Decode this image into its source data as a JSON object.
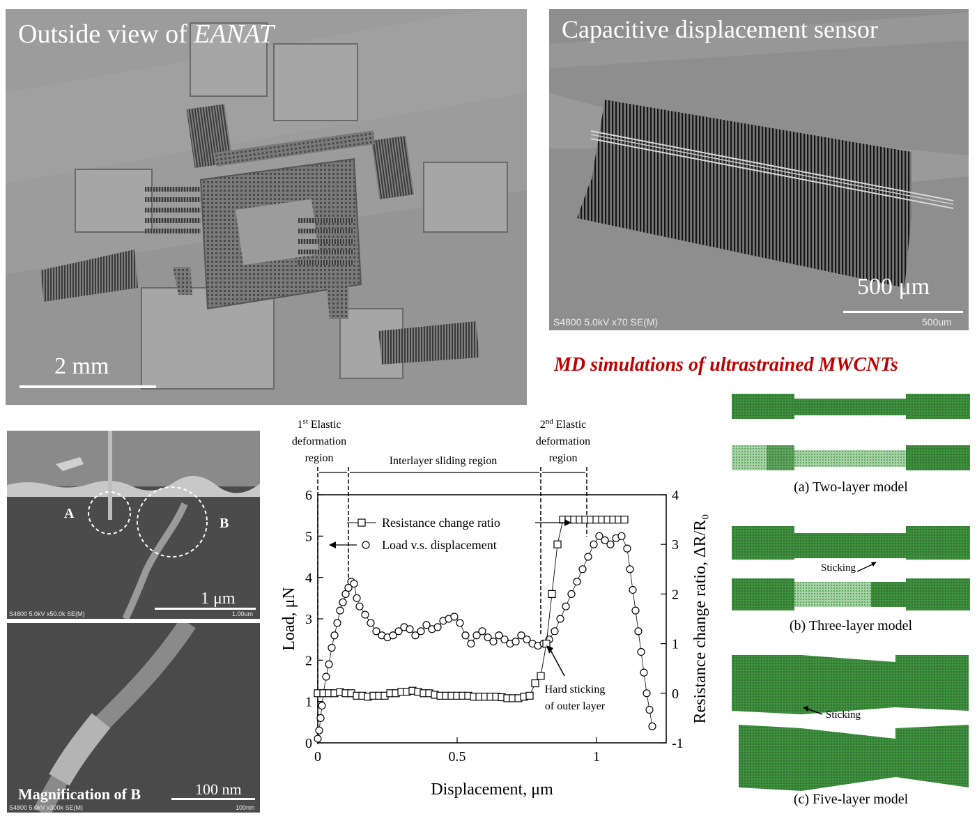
{
  "panel_eanat": {
    "title_prefix": "Outside view of ",
    "title_emph": "EANAT",
    "scale_label": "2 mm"
  },
  "panel_sensor": {
    "title": "Capacitive displacement sensor",
    "scale_label": "500 μm",
    "sem_info": "S4800 5.0kV x70 SE(M)",
    "sem_scale": "500um"
  },
  "md_title": "MD simulations of ultrastrained MWCNTs",
  "panel_sem1": {
    "label_a": "A",
    "label_b": "B",
    "scale_label": "1 μm",
    "sem_info": "S4800 5.0kV x50.0k SE(M)",
    "sem_scale": "1.00um"
  },
  "panel_sem2": {
    "caption": "Magnification of B",
    "scale_label": "100 nm",
    "sem_info": "S4800 5.0kV x300k SE(M)",
    "sem_scale": "100nm"
  },
  "md_models": {
    "two_layer": "(a) Two-layer model",
    "three_layer": "(b) Three-layer model",
    "five_layer": "(c) Five-layer model",
    "sticking_1": "Sticking",
    "sticking_2": "Sticking"
  },
  "chart_data": {
    "type": "scatter",
    "xlabel": "Displacement, μm",
    "ylabel": "Load, μN",
    "y2label": "Resistance change ratio, ΔR/R₀",
    "xlim": [
      0,
      1.25
    ],
    "ylim": [
      0,
      6
    ],
    "y2lim": [
      -1,
      4
    ],
    "xticks": [
      "0",
      "0.5",
      "1"
    ],
    "yticks": [
      "0",
      "1",
      "2",
      "3",
      "4",
      "5",
      "6"
    ],
    "y2ticks": [
      "-1",
      "0",
      "1",
      "2",
      "3",
      "4"
    ],
    "regions": {
      "r1_sup": "st",
      "r1_line1": "1",
      "r1_line1b": " Elastic",
      "r1_line2": "deformation",
      "r1_line3": "region",
      "r2": "Interlayer sliding region",
      "r3_sup": "nd",
      "r3_line1": "2",
      "r3_line1b": " Elastic",
      "r3_line2": "deformation",
      "r3_line3": "region"
    },
    "legend": {
      "resistance": "Resistance change ratio",
      "load": "Load v.s. displacement"
    },
    "annotation_line1": "Hard sticking",
    "annotation_line2": "of outer layer",
    "series": [
      {
        "name": "Load v.s. displacement",
        "axis": "left",
        "marker": "circle",
        "points": [
          [
            0.0,
            0.1
          ],
          [
            0.005,
            0.3
          ],
          [
            0.01,
            0.6
          ],
          [
            0.015,
            0.9
          ],
          [
            0.02,
            1.2
          ],
          [
            0.03,
            1.6
          ],
          [
            0.04,
            1.9
          ],
          [
            0.05,
            2.3
          ],
          [
            0.06,
            2.6
          ],
          [
            0.07,
            2.9
          ],
          [
            0.08,
            3.2
          ],
          [
            0.09,
            3.4
          ],
          [
            0.1,
            3.6
          ],
          [
            0.11,
            3.75
          ],
          [
            0.12,
            3.9
          ],
          [
            0.13,
            3.85
          ],
          [
            0.14,
            3.5
          ],
          [
            0.15,
            3.3
          ],
          [
            0.17,
            3.1
          ],
          [
            0.19,
            2.9
          ],
          [
            0.21,
            2.7
          ],
          [
            0.23,
            2.6
          ],
          [
            0.25,
            2.55
          ],
          [
            0.27,
            2.6
          ],
          [
            0.29,
            2.7
          ],
          [
            0.31,
            2.8
          ],
          [
            0.33,
            2.75
          ],
          [
            0.35,
            2.6
          ],
          [
            0.37,
            2.7
          ],
          [
            0.39,
            2.85
          ],
          [
            0.41,
            2.75
          ],
          [
            0.43,
            2.8
          ],
          [
            0.45,
            2.95
          ],
          [
            0.47,
            3.0
          ],
          [
            0.49,
            3.05
          ],
          [
            0.51,
            2.9
          ],
          [
            0.53,
            2.6
          ],
          [
            0.55,
            2.4
          ],
          [
            0.57,
            2.6
          ],
          [
            0.59,
            2.7
          ],
          [
            0.61,
            2.55
          ],
          [
            0.63,
            2.45
          ],
          [
            0.65,
            2.6
          ],
          [
            0.67,
            2.5
          ],
          [
            0.69,
            2.4
          ],
          [
            0.71,
            2.45
          ],
          [
            0.73,
            2.6
          ],
          [
            0.75,
            2.5
          ],
          [
            0.77,
            2.4
          ],
          [
            0.79,
            2.35
          ],
          [
            0.81,
            2.4
          ],
          [
            0.83,
            2.5
          ],
          [
            0.85,
            2.7
          ],
          [
            0.87,
            3.0
          ],
          [
            0.89,
            3.3
          ],
          [
            0.91,
            3.6
          ],
          [
            0.93,
            3.9
          ],
          [
            0.95,
            4.2
          ],
          [
            0.97,
            4.5
          ],
          [
            0.99,
            4.8
          ],
          [
            1.01,
            5.0
          ],
          [
            1.03,
            4.9
          ],
          [
            1.05,
            4.8
          ],
          [
            1.07,
            4.95
          ],
          [
            1.09,
            5.0
          ],
          [
            1.11,
            4.7
          ],
          [
            1.12,
            4.2
          ],
          [
            1.13,
            3.7
          ],
          [
            1.14,
            3.2
          ],
          [
            1.15,
            2.7
          ],
          [
            1.16,
            2.2
          ],
          [
            1.17,
            1.7
          ],
          [
            1.18,
            1.2
          ],
          [
            1.19,
            0.8
          ],
          [
            1.2,
            0.4
          ]
        ]
      },
      {
        "name": "Resistance change ratio",
        "axis": "right",
        "marker": "square",
        "points": [
          [
            0.0,
            0.0
          ],
          [
            0.02,
            0.0
          ],
          [
            0.04,
            0.0
          ],
          [
            0.06,
            0.0
          ],
          [
            0.08,
            0.02
          ],
          [
            0.1,
            0.0
          ],
          [
            0.12,
            0.0
          ],
          [
            0.14,
            -0.05
          ],
          [
            0.16,
            -0.05
          ],
          [
            0.18,
            -0.07
          ],
          [
            0.2,
            -0.05
          ],
          [
            0.22,
            -0.05
          ],
          [
            0.24,
            -0.05
          ],
          [
            0.26,
            0.0
          ],
          [
            0.28,
            0.0
          ],
          [
            0.3,
            0.03
          ],
          [
            0.32,
            0.03
          ],
          [
            0.34,
            0.05
          ],
          [
            0.36,
            0.03
          ],
          [
            0.38,
            0.0
          ],
          [
            0.4,
            0.0
          ],
          [
            0.42,
            -0.03
          ],
          [
            0.44,
            -0.05
          ],
          [
            0.46,
            -0.05
          ],
          [
            0.48,
            -0.05
          ],
          [
            0.5,
            -0.05
          ],
          [
            0.52,
            -0.05
          ],
          [
            0.54,
            -0.05
          ],
          [
            0.56,
            -0.07
          ],
          [
            0.58,
            -0.07
          ],
          [
            0.6,
            -0.07
          ],
          [
            0.62,
            -0.07
          ],
          [
            0.64,
            -0.07
          ],
          [
            0.66,
            -0.08
          ],
          [
            0.68,
            -0.1
          ],
          [
            0.7,
            -0.1
          ],
          [
            0.72,
            -0.1
          ],
          [
            0.74,
            -0.07
          ],
          [
            0.76,
            -0.05
          ],
          [
            0.78,
            0.2
          ],
          [
            0.8,
            0.35
          ],
          [
            0.82,
            1.0
          ],
          [
            0.84,
            2.0
          ],
          [
            0.86,
            3.0
          ],
          [
            0.88,
            3.5
          ],
          [
            0.9,
            3.5
          ],
          [
            0.92,
            3.5
          ],
          [
            0.94,
            3.5
          ],
          [
            0.96,
            3.5
          ],
          [
            0.98,
            3.5
          ],
          [
            1.0,
            3.5
          ],
          [
            1.02,
            3.5
          ],
          [
            1.04,
            3.5
          ],
          [
            1.06,
            3.5
          ],
          [
            1.08,
            3.5
          ],
          [
            1.1,
            3.5
          ]
        ]
      }
    ]
  }
}
